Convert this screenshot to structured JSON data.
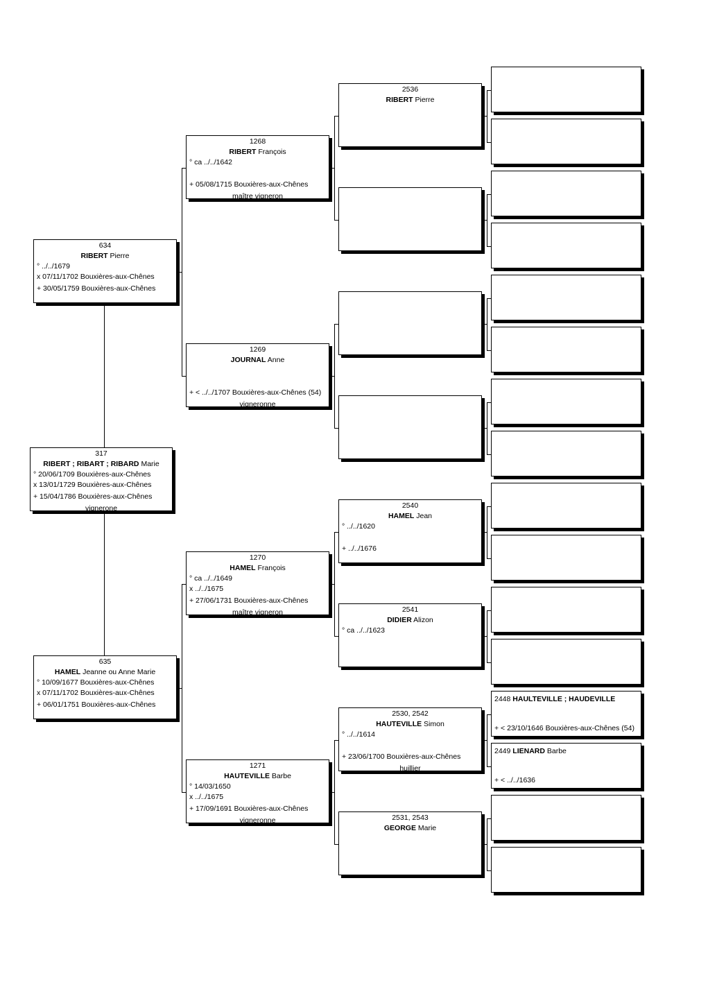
{
  "persons": {
    "p317": {
      "num": "317",
      "surname": "RIBERT ; RIBART ; RIBARD",
      "given": "Marie",
      "lines": [
        "° 20/06/1709 Bouxières-aux-Chênes",
        "x 13/01/1729 Bouxières-aux-Chênes",
        "+ 15/04/1786 Bouxières-aux-Chênes"
      ],
      "occupation": "vignerone"
    },
    "p634": {
      "num": "634",
      "surname": "RIBERT",
      "given": "Pierre",
      "lines": [
        "° ../../1679",
        "x 07/11/1702 Bouxières-aux-Chênes",
        "+ 30/05/1759 Bouxières-aux-Chênes"
      ]
    },
    "p635": {
      "num": "635",
      "surname": "HAMEL",
      "given": "Jeanne ou Anne Marie",
      "lines": [
        "° 10/09/1677 Bouxières-aux-Chênes",
        "x 07/11/1702 Bouxières-aux-Chênes",
        "+ 06/01/1751 Bouxières-aux-Chênes"
      ]
    },
    "p1268": {
      "num": "1268",
      "surname": "RIBERT",
      "given": "François",
      "line1": "° ca ../../1642",
      "line3": "+ 05/08/1715 Bouxières-aux-Chênes",
      "occupation": "maître vigneron"
    },
    "p1269": {
      "num": "1269",
      "surname": "JOURNAL",
      "given": "Anne",
      "line3": "+ < ../../1707 Bouxières-aux-Chênes (54)",
      "occupation": "vigneronne"
    },
    "p1270": {
      "num": "1270",
      "surname": "HAMEL",
      "given": "François",
      "lines": [
        "° ca ../../1649",
        "x ../../1675",
        "+ 27/06/1731 Bouxières-aux-Chênes"
      ],
      "occupation": "maître vigneron"
    },
    "p1271": {
      "num": "1271",
      "surname": "HAUTEVILLE",
      "given": "Barbe",
      "lines": [
        "° 14/03/1650",
        "x ../../1675",
        "+ 17/09/1691 Bouxières-aux-Chênes"
      ],
      "occupation": "vigneronne"
    },
    "p2536": {
      "num": "2536",
      "surname": "RIBERT",
      "given": "Pierre"
    },
    "p2540": {
      "num": "2540",
      "surname": "HAMEL",
      "given": "Jean",
      "line1": "° ../../1620",
      "line3": "+ ../../1676"
    },
    "p2541": {
      "num": "2541",
      "surname": "DIDIER",
      "given": "Alizon",
      "line1": "° ca ../../1623"
    },
    "p2530": {
      "num": "2530, 2542",
      "surname": "HAUTEVILLE",
      "given": "Simon",
      "line1": "° ../../1614",
      "line3": "+ 23/06/1700 Bouxières-aux-Chênes",
      "occupation": "huillier"
    },
    "p2531": {
      "num": "2531, 2543",
      "surname": "GEORGE",
      "given": "Marie"
    },
    "p2448": {
      "num": "2448",
      "surname": "HAULTEVILLE ; HAUDEVILLE",
      "given": "",
      "death": "+ < 23/10/1646 Bouxières-aux-Chênes (54)"
    },
    "p2449": {
      "num": "2449",
      "surname": "LIENARD",
      "given": "Barbe",
      "death": "+ < ../../1636"
    }
  }
}
